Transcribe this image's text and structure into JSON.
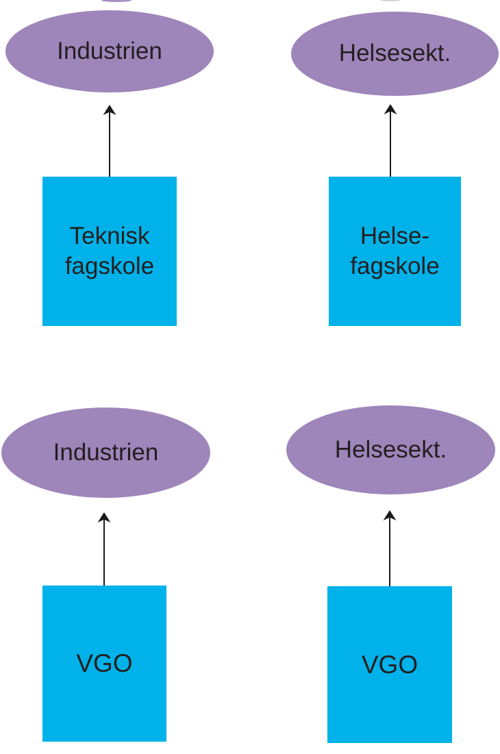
{
  "diagram": {
    "type": "flow-diagram",
    "description": "Four vertical arrow flows from education boxes to sector ellipses",
    "colors": {
      "ellipse_fill": "#9E85BA",
      "rect_fill": "#00B2E9",
      "label_text": "#231F20",
      "arrow": "#1A1A1A",
      "background": "#FFFFFF"
    },
    "groups": [
      {
        "position": "top-left",
        "source_line1": "Teknisk",
        "source_line2": "fagskole",
        "target": "Industrien"
      },
      {
        "position": "top-right",
        "source_line1": "Helse-",
        "source_line2": "fagskole",
        "target": "Helsesekt."
      },
      {
        "position": "bottom-left",
        "source": "VGO",
        "target": "Industrien"
      },
      {
        "position": "bottom-right",
        "source": "VGO",
        "target": "Helsesekt."
      }
    ]
  }
}
